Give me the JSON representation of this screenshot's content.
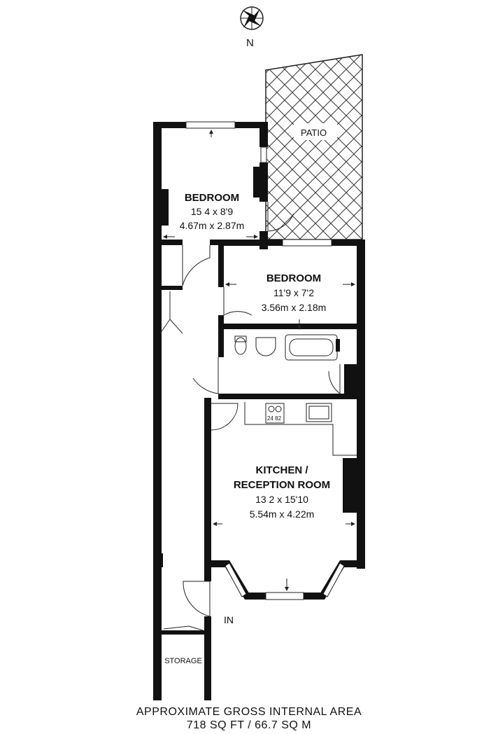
{
  "compass": {
    "letter": "N",
    "icon": "compass-rose-icon"
  },
  "rooms": {
    "patio": {
      "name": "PATIO"
    },
    "bedroom1": {
      "name": "BEDROOM",
      "imperial": "15 4 x 8'9",
      "metric": "4.67m x 2.87m"
    },
    "bedroom2": {
      "name": "BEDROOM",
      "imperial": "11'9 x 7'2",
      "metric": "3.56m x 2.18m"
    },
    "kitchen": {
      "name_line1": "KITCHEN /",
      "name_line2": "RECEPTION ROOM",
      "imperial": "13 2 x 15'10",
      "metric": "5.54m x 4.22m"
    },
    "storage": {
      "name": "STORAGE"
    }
  },
  "entrance": {
    "label": "IN"
  },
  "appliance": {
    "label": "24 82"
  },
  "footer": {
    "line1": "APPROXIMATE GROSS INTERNAL AREA",
    "line2": "718 SQ FT / 66.7 SQ M"
  },
  "colors": {
    "wall": "#111111",
    "background": "#ffffff"
  }
}
